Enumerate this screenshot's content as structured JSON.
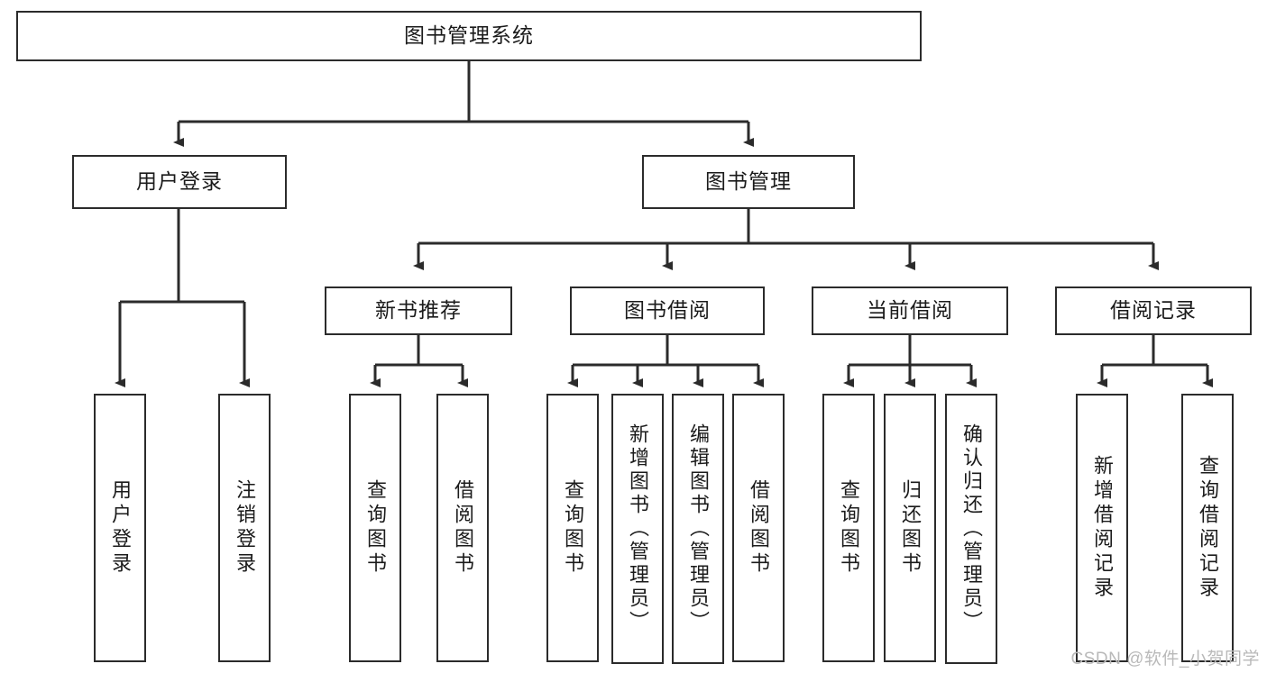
{
  "diagram": {
    "title": "图书管理系统",
    "type": "tree",
    "watermark": "CSDN @软件_小贺同学",
    "colors": {
      "border": "#2b2b2b",
      "background": "#ffffff",
      "text": "#1b1b1b",
      "watermark": "#b9b9b9"
    },
    "root": {
      "label": "图书管理系统"
    },
    "level2": [
      {
        "label": "用户登录"
      },
      {
        "label": "图书管理"
      }
    ],
    "level3": [
      {
        "label": "新书推荐"
      },
      {
        "label": "图书借阅"
      },
      {
        "label": "当前借阅"
      },
      {
        "label": "借阅记录"
      }
    ],
    "leaves": {
      "user_login": [
        {
          "label": "用户登录"
        },
        {
          "label": "注销登录"
        }
      ],
      "new_book": [
        {
          "label": "查询图书"
        },
        {
          "label": "借阅图书"
        }
      ],
      "book_borrow": [
        {
          "label": "查询图书"
        },
        {
          "label": "新增图书（管理员）"
        },
        {
          "label": "编辑图书（管理员）"
        },
        {
          "label": "借阅图书"
        }
      ],
      "current_borrow": [
        {
          "label": "查询图书"
        },
        {
          "label": "归还图书"
        },
        {
          "label": "确认归还（管理员）"
        }
      ],
      "borrow_record": [
        {
          "label": "新增借阅记录"
        },
        {
          "label": "查询借阅记录"
        }
      ]
    }
  }
}
